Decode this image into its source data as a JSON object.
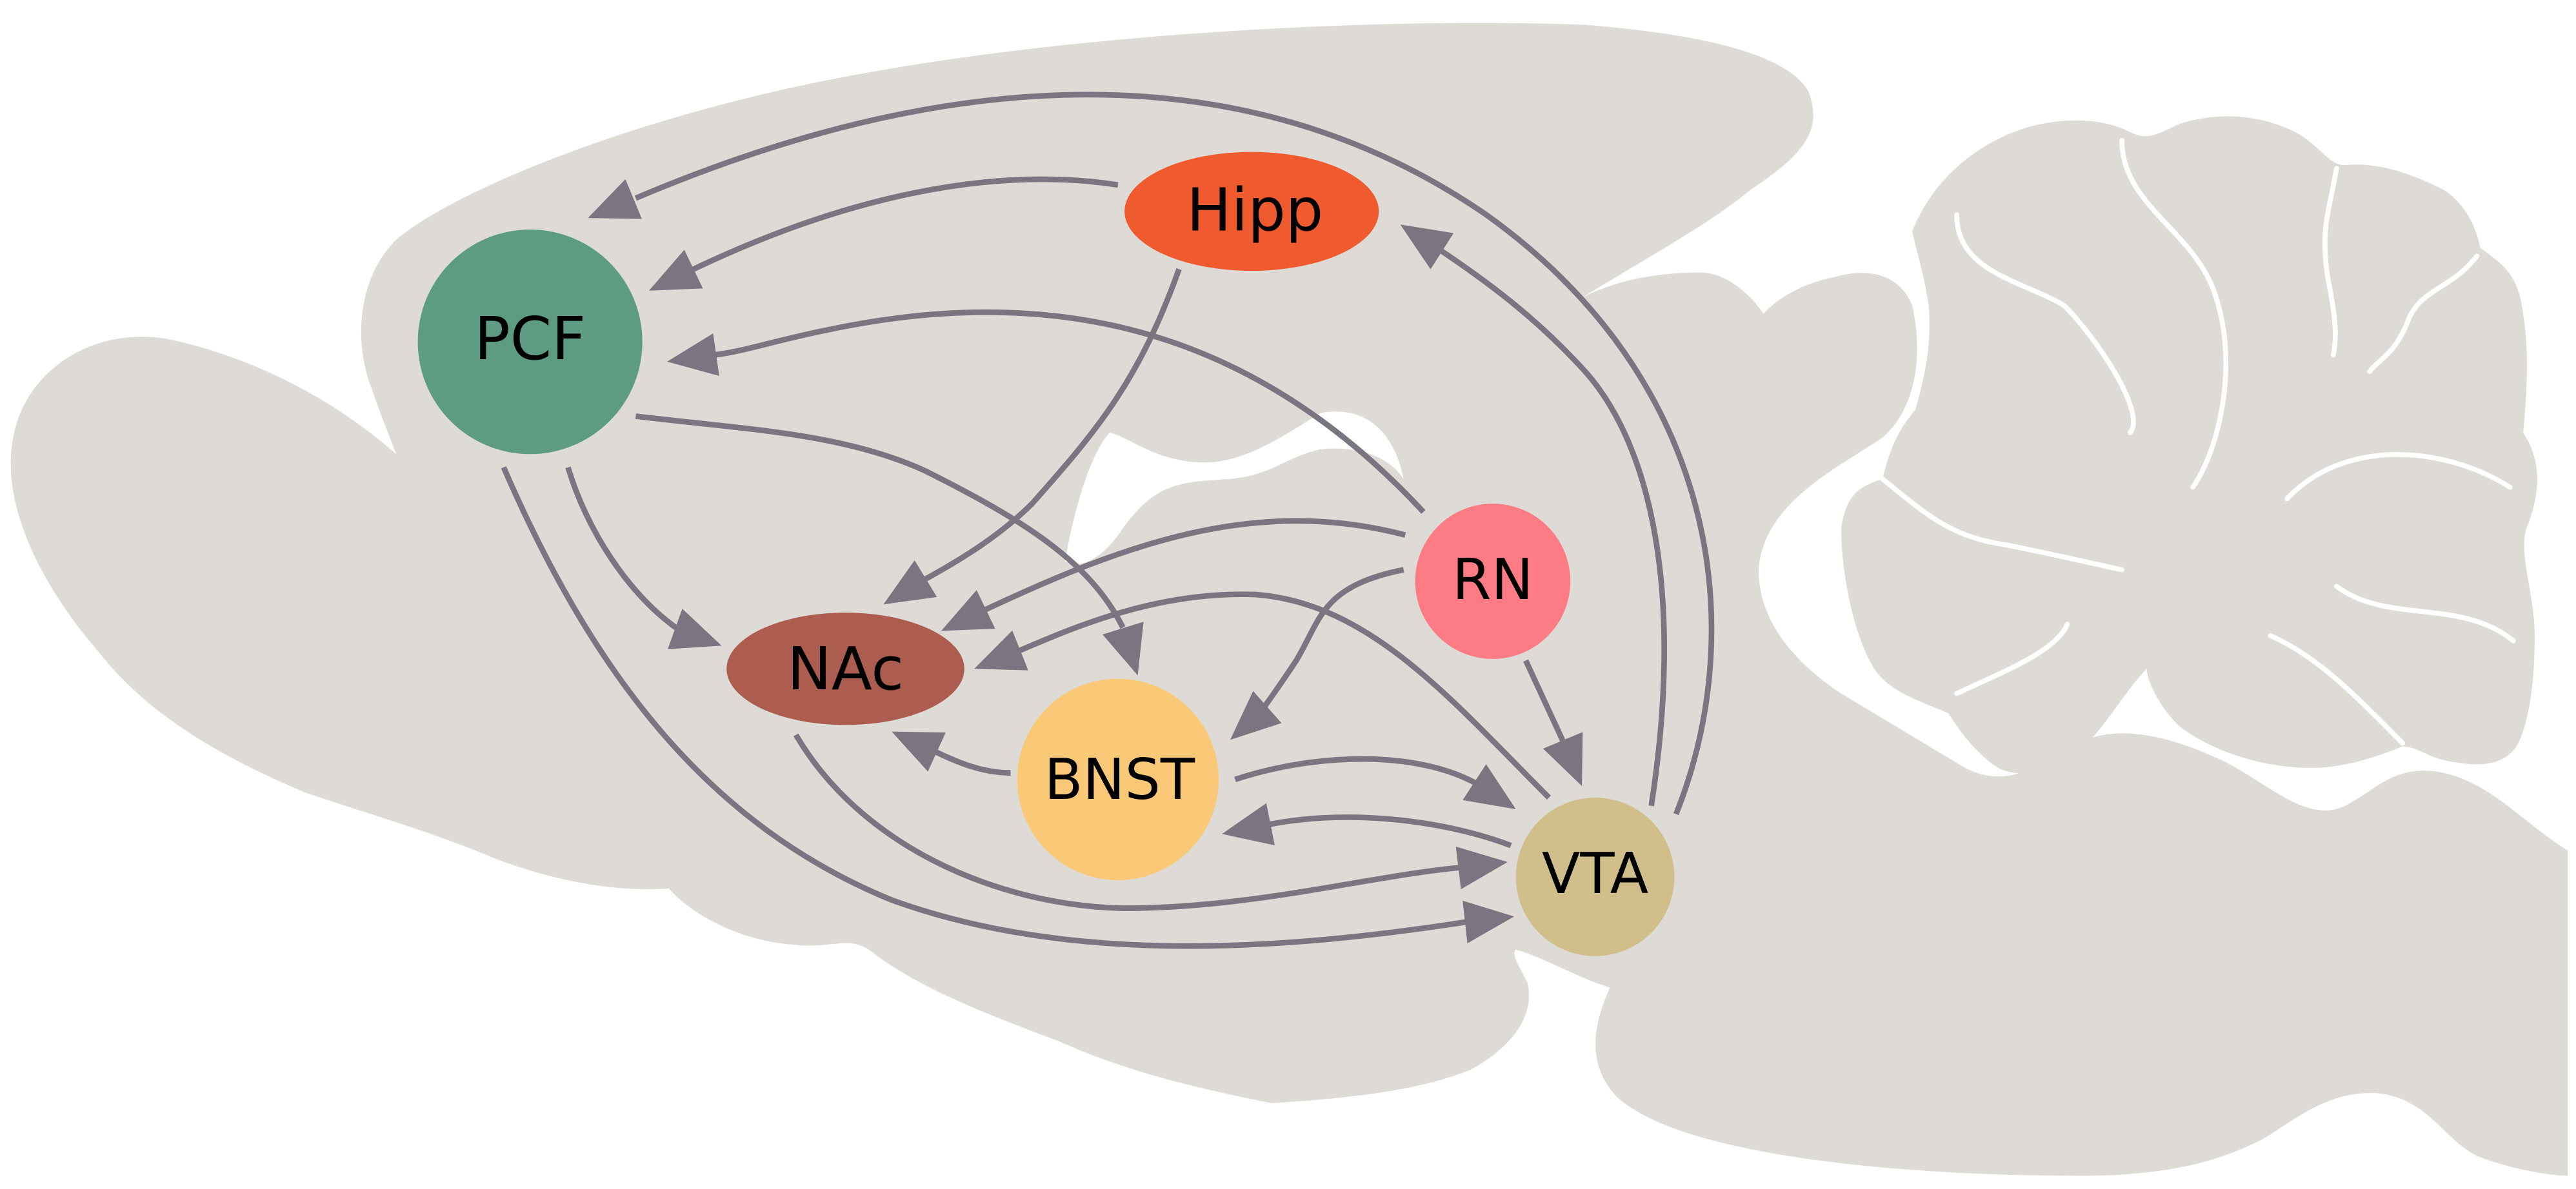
{
  "title": "Brain region connectivity diagram (sagittal mouse brain)",
  "colors": {
    "brain": "#dedbd6",
    "edge": "#7a7580",
    "background": "#ffffff"
  },
  "nodes": [
    {
      "id": "PCF",
      "label": "PCF",
      "color": "#5d9c83"
    },
    {
      "id": "Hipp",
      "label": "Hipp",
      "color": "#ef5a2f"
    },
    {
      "id": "RN",
      "label": "RN",
      "color": "#fd7b84"
    },
    {
      "id": "NAc",
      "label": "NAc",
      "color": "#ad5d50"
    },
    {
      "id": "BNST",
      "label": "BNST",
      "color": "#f9c978"
    },
    {
      "id": "VTA",
      "label": "VTA",
      "color": "#d0bf8b"
    }
  ],
  "edges": [
    {
      "from": "VTA",
      "to": "PCF"
    },
    {
      "from": "Hipp",
      "to": "PCF"
    },
    {
      "from": "RN",
      "to": "PCF"
    },
    {
      "from": "PCF",
      "to": "NAc"
    },
    {
      "from": "PCF",
      "to": "BNST"
    },
    {
      "from": "PCF",
      "to": "VTA"
    },
    {
      "from": "Hipp",
      "to": "NAc"
    },
    {
      "from": "VTA",
      "to": "Hipp"
    },
    {
      "from": "RN",
      "to": "NAc"
    },
    {
      "from": "VTA",
      "to": "NAc"
    },
    {
      "from": "RN",
      "to": "BNST"
    },
    {
      "from": "RN",
      "to": "VTA"
    },
    {
      "from": "BNST",
      "to": "NAc"
    },
    {
      "from": "BNST",
      "to": "VTA"
    },
    {
      "from": "VTA",
      "to": "BNST"
    },
    {
      "from": "NAc",
      "to": "VTA"
    }
  ]
}
